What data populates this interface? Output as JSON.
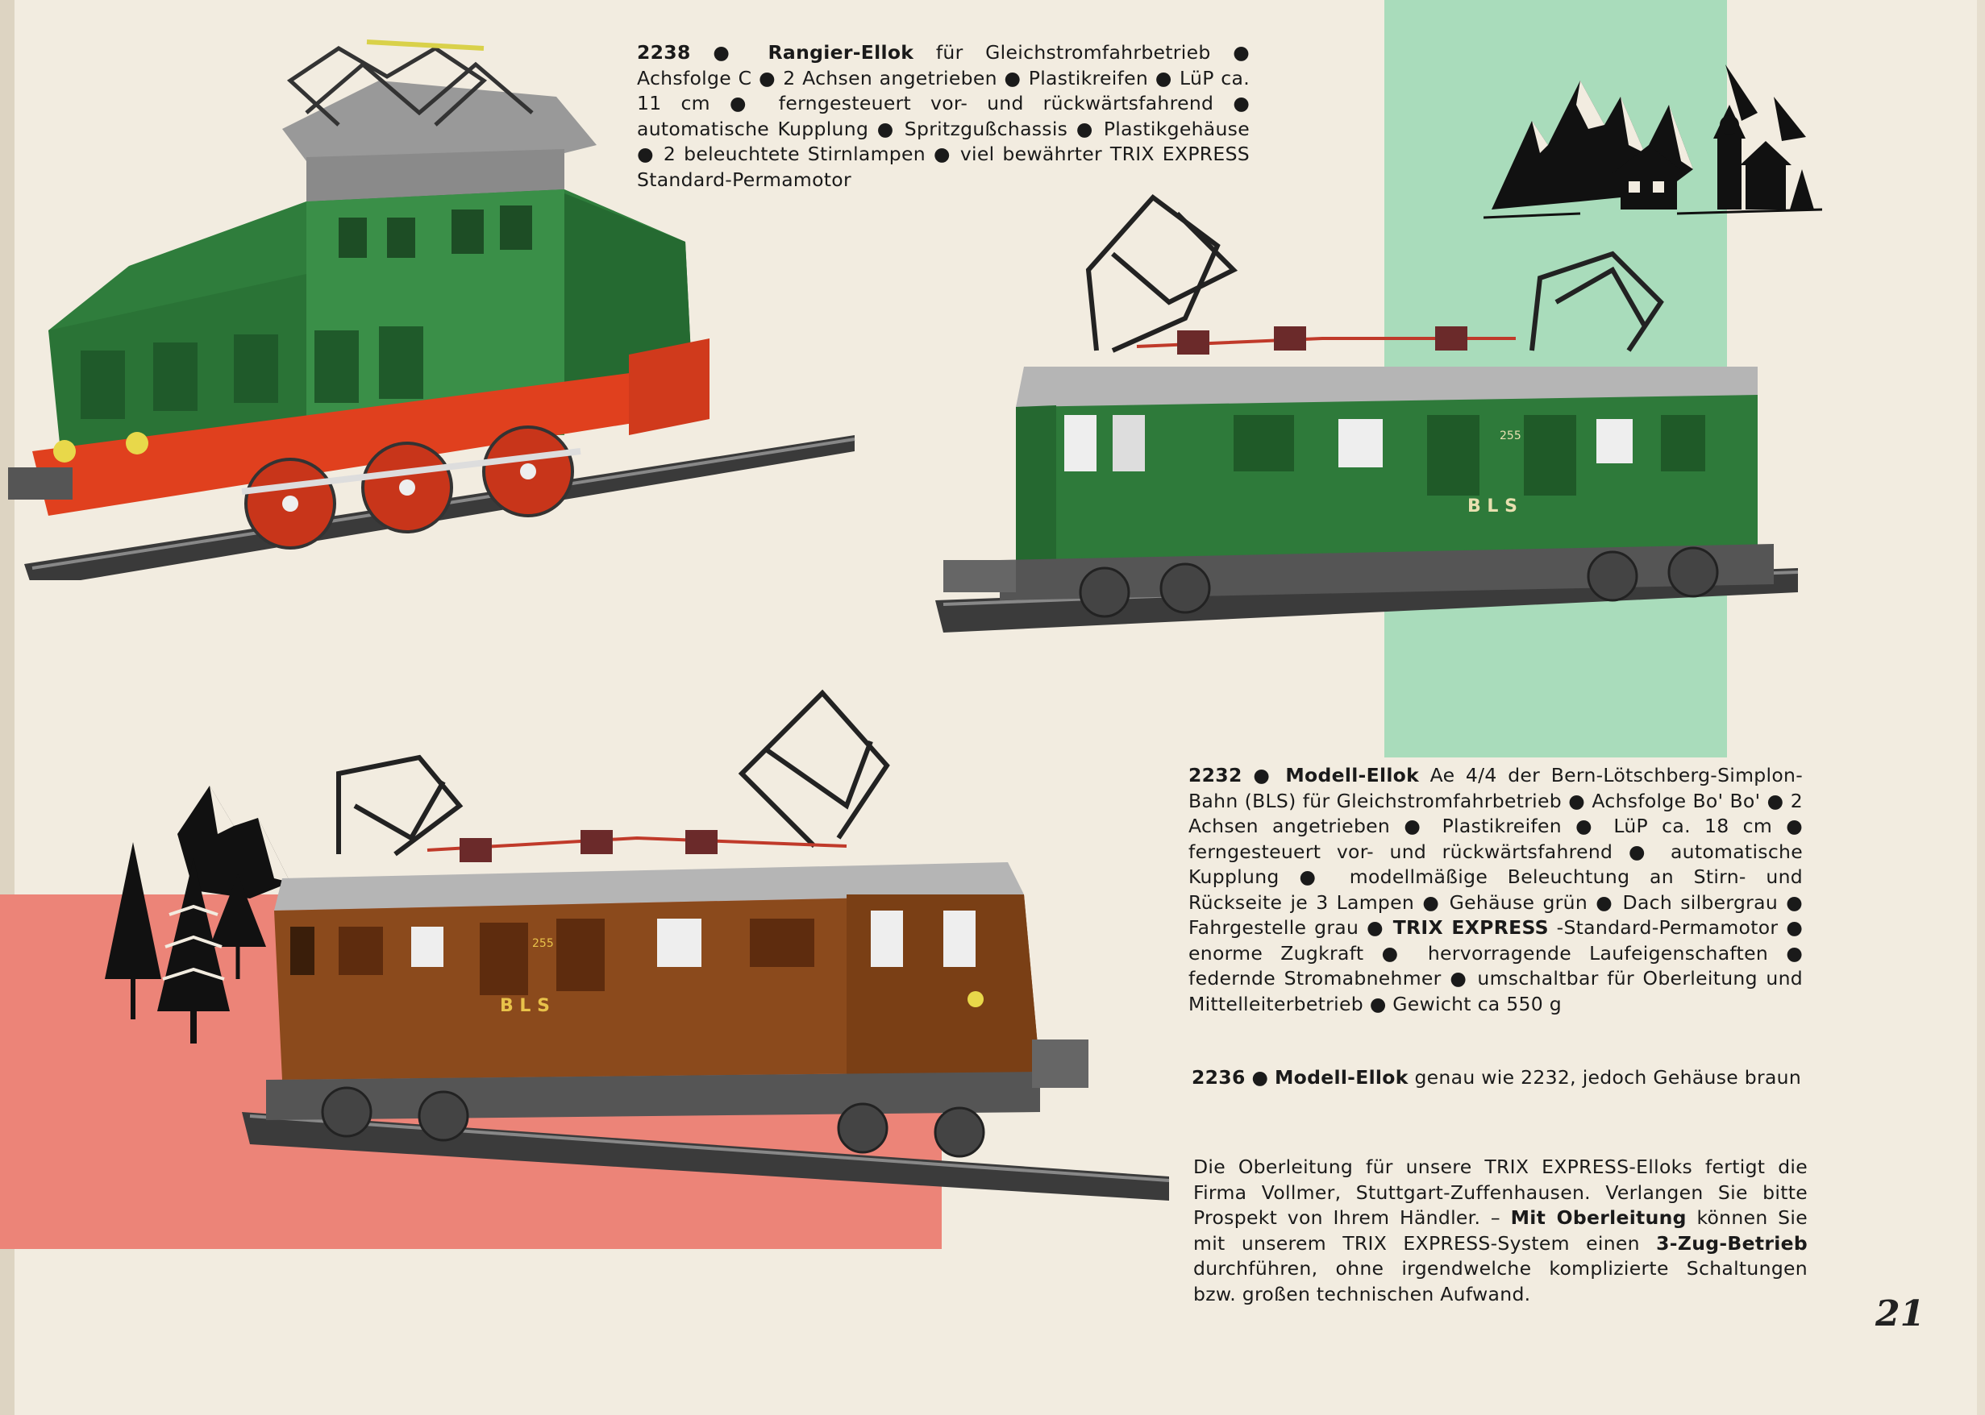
{
  "page": {
    "number": "21",
    "colors": {
      "background": "#f2ece0",
      "mint_block": "#a9dcbb",
      "salmon_block": "#ec8478",
      "green_loco": "#2f7d3c",
      "brown_loco": "#8b4a1c",
      "bullet": "#1a1a1a"
    }
  },
  "products": [
    {
      "number": "2238",
      "title": "Rangier-Ellok",
      "description": "für Gleichstromfahrbetrieb ● Achsfolge C ● 2 Achsen angetrieben ● Plastikreifen ● LüP ca. 11 cm ● ferngesteuert vor- und rückwärtsfahrend ● automatische Kupplung ● Spritzgußchassis ● Plastikgehäuse ● 2 beleuchtete Stirnlampen ● viel bewährter TRIX EXPRESS Standard-Permamotor"
    },
    {
      "number": "2232",
      "title": "Modell-Ellok",
      "description_a": "Ae 4/4 der Bern-Lötschberg-Simplon-Bahn (BLS) für Gleichstromfahrbetrieb ● Achsfolge Bo' Bo' ● 2 Achsen angetrieben ● Plastikreifen ● LüP ca. 18 cm ● ferngesteuert vor- und rückwärtsfahrend ● automatische Kupplung ● modellmäßige Beleuchtung an Stirn- und Rückseite je 3 Lampen ● Gehäuse grün ● Dach silbergrau ● Fahrgestelle grau ●",
      "highlight": "TRIX EXPRESS",
      "description_b": "-Standard-Permamotor ● enorme Zugkraft ● hervorragende Laufeigenschaften ● federnde Stromabnehmer ● umschaltbar für Oberleitung und Mittelleiterbetrieb ● Gewicht ca 550 g"
    },
    {
      "number": "2236",
      "title": "Modell-Ellok",
      "description": "genau wie 2232, jedoch Gehäuse braun"
    }
  ],
  "overhead_note": {
    "part1": "Die Oberleitung für unsere TRIX EXPRESS-Elloks fertigt die Firma Vollmer, Stuttgart-Zuffenhausen. Verlangen Sie bitte Prospekt von Ihrem Händler. –",
    "bold1": "Mit Oberleitung",
    "part2": "können Sie mit unserem TRIX EXPRESS-System einen",
    "bold2": "3-Zug-Betrieb",
    "part3": "durchführen, ohne irgendwelche komplizierte Schaltungen bzw. großen technischen Aufwand."
  },
  "loco_markings": {
    "bls": "B L S",
    "number": "255"
  }
}
